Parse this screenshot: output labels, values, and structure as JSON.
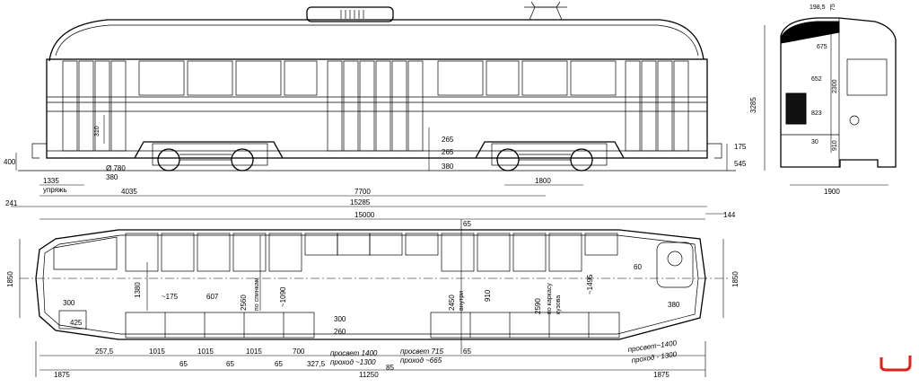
{
  "side_view": {
    "dims": {
      "d400": "400",
      "d1335": "1335",
      "d_upor": "упряжь",
      "d241": "241",
      "d380": "380",
      "d780": "Ø 780",
      "d4035": "4035",
      "d7700": "7700",
      "d1800": "1800",
      "d15285": "15285",
      "d265a": "265",
      "d265b": "265",
      "d380b": "380",
      "d175": "175",
      "d545": "545",
      "d310": "310"
    }
  },
  "end_view": {
    "dims": {
      "d3285": "3285",
      "d198": "198,5",
      "d75": "75",
      "d675": "675",
      "d652": "652",
      "d2300": "2300",
      "d823": "823",
      "d910": "910",
      "d30": "30",
      "d1900": "1900"
    }
  },
  "plan_view": {
    "dims": {
      "d15000": "15000",
      "d144": "144",
      "d65top": "65",
      "d1850l": "1850",
      "d1850r": "1850",
      "d300": "300",
      "d425": "425",
      "d1380": "1380",
      "d175": "~175",
      "d607": "607",
      "d2560": "2560",
      "d2560t": "по спинкам",
      "d1090": "~1090",
      "d300m": "300",
      "d260": "260",
      "d2450": "2450",
      "d2450t": "внутри",
      "d910": "910",
      "d2590": "2590",
      "d2590t": "по каркасу",
      "d2590t2": "кузова",
      "d1495": "~1495",
      "d60": "60",
      "d380": "380",
      "d2575": "257,5",
      "d1015a": "1015",
      "d1015b": "1015",
      "d1015c": "1015",
      "d700": "700",
      "d65a": "65",
      "d65b": "65",
      "d65c": "65",
      "d3275": "327,5",
      "d_pros1": "просвет 1400",
      "d_proh1": "проход ~1300",
      "d_pros2": "просвет 715",
      "d_proh2": "проход ~665",
      "d85": "85",
      "d65bot": "65",
      "d_pros3": "просвет~1400",
      "d_proh3": "проход - 1300",
      "d1875l": "1875",
      "d11250": "11250",
      "d1875r": "1875"
    }
  },
  "mark": {
    "color": "#e0201a"
  }
}
